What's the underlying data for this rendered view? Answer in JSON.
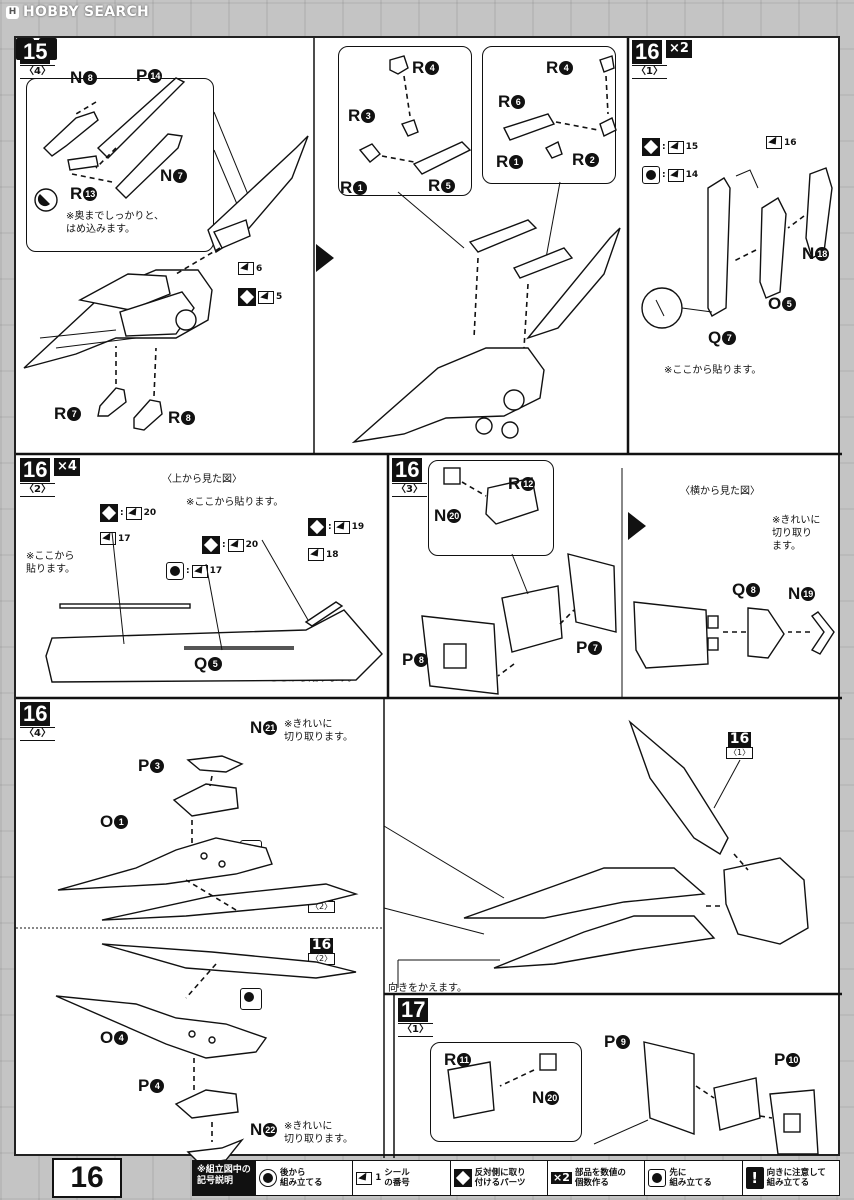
{
  "watermark": {
    "badge": "H",
    "text": "HOBBY SEARCH"
  },
  "page_number": "16",
  "steps": {
    "s15": {
      "num": "15",
      "sub": "〈4〉"
    },
    "s16_1": {
      "num": "16",
      "sub": "〈1〉",
      "mult": "×2"
    },
    "s16_2": {
      "num": "16",
      "sub": "〈2〉",
      "mult": "×4"
    },
    "s16_3": {
      "num": "16",
      "sub": "〈3〉"
    },
    "s16_4": {
      "num": "16",
      "sub": "〈4〉"
    },
    "s17": {
      "num": "17",
      "sub": "〈1〉"
    }
  },
  "refs": {
    "r16_1": {
      "n": "16",
      "s": "〈1〉"
    },
    "r16_2a": {
      "n": "16",
      "s": "〈2〉"
    },
    "r16_2b": {
      "n": "16",
      "s": "〈2〉"
    }
  },
  "labels": {
    "N8": {
      "l": "N",
      "c": "8"
    },
    "P14": {
      "l": "P",
      "c": "14"
    },
    "N7": {
      "l": "N",
      "c": "7"
    },
    "R13": {
      "l": "R",
      "c": "13"
    },
    "R7": {
      "l": "R",
      "c": "7"
    },
    "R8": {
      "l": "R",
      "c": "8"
    },
    "R4a": {
      "l": "R",
      "c": "4"
    },
    "R3": {
      "l": "R",
      "c": "3"
    },
    "R1a": {
      "l": "R",
      "c": "1"
    },
    "R5": {
      "l": "R",
      "c": "5"
    },
    "R4b": {
      "l": "R",
      "c": "4"
    },
    "R6": {
      "l": "R",
      "c": "6"
    },
    "R1b": {
      "l": "R",
      "c": "1"
    },
    "R2": {
      "l": "R",
      "c": "2"
    },
    "N18": {
      "l": "N",
      "c": "18"
    },
    "O5": {
      "l": "O",
      "c": "5"
    },
    "Q7": {
      "l": "Q",
      "c": "7"
    },
    "Q5": {
      "l": "Q",
      "c": "5"
    },
    "R12": {
      "l": "R",
      "c": "12"
    },
    "N20a": {
      "l": "N",
      "c": "20"
    },
    "P8": {
      "l": "P",
      "c": "8"
    },
    "P7": {
      "l": "P",
      "c": "7"
    },
    "Q8": {
      "l": "Q",
      "c": "8"
    },
    "N19": {
      "l": "N",
      "c": "19"
    },
    "N21": {
      "l": "N",
      "c": "21"
    },
    "P3": {
      "l": "P",
      "c": "3"
    },
    "O1": {
      "l": "O",
      "c": "1"
    },
    "O4": {
      "l": "O",
      "c": "4"
    },
    "P4": {
      "l": "P",
      "c": "4"
    },
    "N22": {
      "l": "N",
      "c": "22"
    },
    "P9": {
      "l": "P",
      "c": "9"
    },
    "P10": {
      "l": "P",
      "c": "10"
    },
    "R11": {
      "l": "R",
      "c": "11"
    },
    "N20b": {
      "l": "N",
      "c": "20"
    }
  },
  "stickers": {
    "s6": "6",
    "s5": "5",
    "s15": "15",
    "s14": "14",
    "s16": "16",
    "s20a": "20",
    "s17a": "17",
    "s20b": "20",
    "s17b": "17",
    "s19": "19",
    "s18": "18"
  },
  "notes": {
    "n15": "※奥までしっかりと、\nはめ込みます。",
    "n16_1": "※ここから貼ります。",
    "top_view": "〈上から見た図〉",
    "n16_2a": "※ここから貼ります。",
    "n16_2b": "※ここから\n貼ります。",
    "n16_2c": "※ここから貼ります。",
    "side_view": "〈横から見た図〉",
    "n16_3": "※きれいに\n切り取り\nます。",
    "n21": "※きれいに\n切り取ります。",
    "n22": "※きれいに\n切り取ります。",
    "turn": "向きをかえます。"
  },
  "legend": {
    "title": "※組立図中の記号説明",
    "items": [
      {
        "icon": "circle-icon",
        "text": "後から\n組み立てる"
      },
      {
        "icon": "sticker-icon",
        "text": "シール\nの番号"
      },
      {
        "icon": "diamond-icon",
        "text": "反対側に取り\n付けるパーツ"
      },
      {
        "icon": "x2-icon",
        "text": "部品を数値の\n個数作る"
      },
      {
        "icon": "circle-icon",
        "text": "先に\n組み立てる"
      },
      {
        "icon": "exclamation-icon",
        "text": "向きに注意して\n組み立てる"
      }
    ],
    "x2": "×2",
    "sticker_num": "1"
  },
  "colors": {
    "ink": "#111111",
    "paper": "#ffffff",
    "background": "#c4c4c4"
  }
}
